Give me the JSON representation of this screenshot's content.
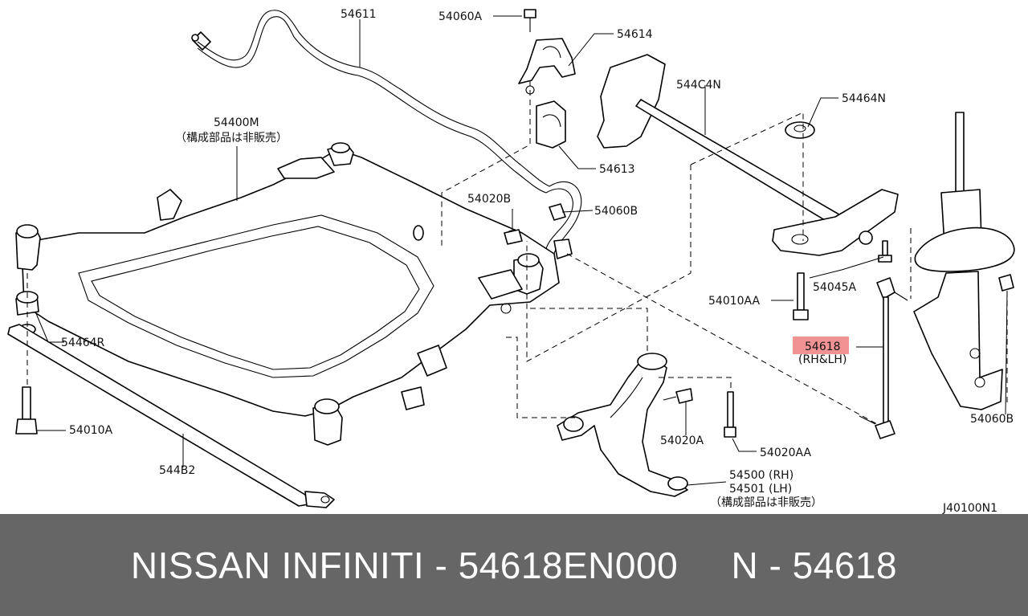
{
  "diagram": {
    "labels": {
      "p54611": "54611",
      "p54060A": "54060A",
      "p54614": "54614",
      "p544C4N": "544C4N",
      "p54464N": "54464N",
      "p54400M": "54400M",
      "p54400M_note": "（構成部品は非販売）",
      "p54613": "54613",
      "p54020B": "54020B",
      "p54060B_top": "54060B",
      "p54045A": "54045A",
      "p54010AA": "54010AA",
      "p54618": "54618",
      "p54618_note": "(RH&LH)",
      "p54464R": "54464R",
      "p54010A": "54010A",
      "p544B2": "544B2",
      "p54020A": "54020A",
      "p54020AA": "54020AA",
      "p54500": "54500 (RH)",
      "p54501": "54501 (LH)",
      "p5450x_note": "（構成部品は非販売）",
      "p54060B_right": "54060B",
      "diagram_code": "J40100N1"
    },
    "highlight_color": "#f08080"
  },
  "footer": {
    "text": "NISSAN INFINITI - 54618EN000     N - 54618",
    "background": "#666666",
    "color": "#ffffff"
  }
}
